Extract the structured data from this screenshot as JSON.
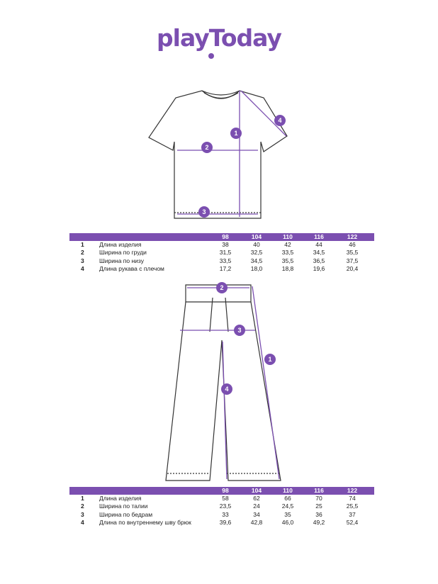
{
  "brand": "playToday",
  "colors": {
    "accent": "#7b4fb0"
  },
  "top_table": {
    "sizes": [
      "98",
      "104",
      "110",
      "116",
      "122"
    ],
    "rows": [
      {
        "num": "1",
        "label": "Длина изделия",
        "values": [
          "38",
          "40",
          "42",
          "44",
          "46"
        ]
      },
      {
        "num": "2",
        "label": "Ширина по груди",
        "values": [
          "31,5",
          "32,5",
          "33,5",
          "34,5",
          "35,5"
        ]
      },
      {
        "num": "3",
        "label": "Ширина по низу",
        "values": [
          "33,5",
          "34,5",
          "35,5",
          "36,5",
          "37,5"
        ]
      },
      {
        "num": "4",
        "label": "Длина рукава с плечом",
        "values": [
          "17,2",
          "18,0",
          "18,8",
          "19,6",
          "20,4"
        ]
      }
    ]
  },
  "bottom_table": {
    "sizes": [
      "98",
      "104",
      "110",
      "116",
      "122"
    ],
    "rows": [
      {
        "num": "1",
        "label": "Длина изделия",
        "values": [
          "58",
          "62",
          "66",
          "70",
          "74"
        ]
      },
      {
        "num": "2",
        "label": "Ширина по талии",
        "values": [
          "23,5",
          "24",
          "24,5",
          "25",
          "25,5"
        ]
      },
      {
        "num": "3",
        "label": "Ширина по бедрам",
        "values": [
          "33",
          "34",
          "35",
          "36",
          "37"
        ]
      },
      {
        "num": "4",
        "label": "Длина по внутреннему шву брюк",
        "values": [
          "39,6",
          "42,8",
          "46,0",
          "49,2",
          "52,4"
        ]
      }
    ]
  },
  "shirt_markers": [
    "1",
    "2",
    "3",
    "4"
  ],
  "pants_markers": [
    "1",
    "2",
    "3",
    "4"
  ]
}
